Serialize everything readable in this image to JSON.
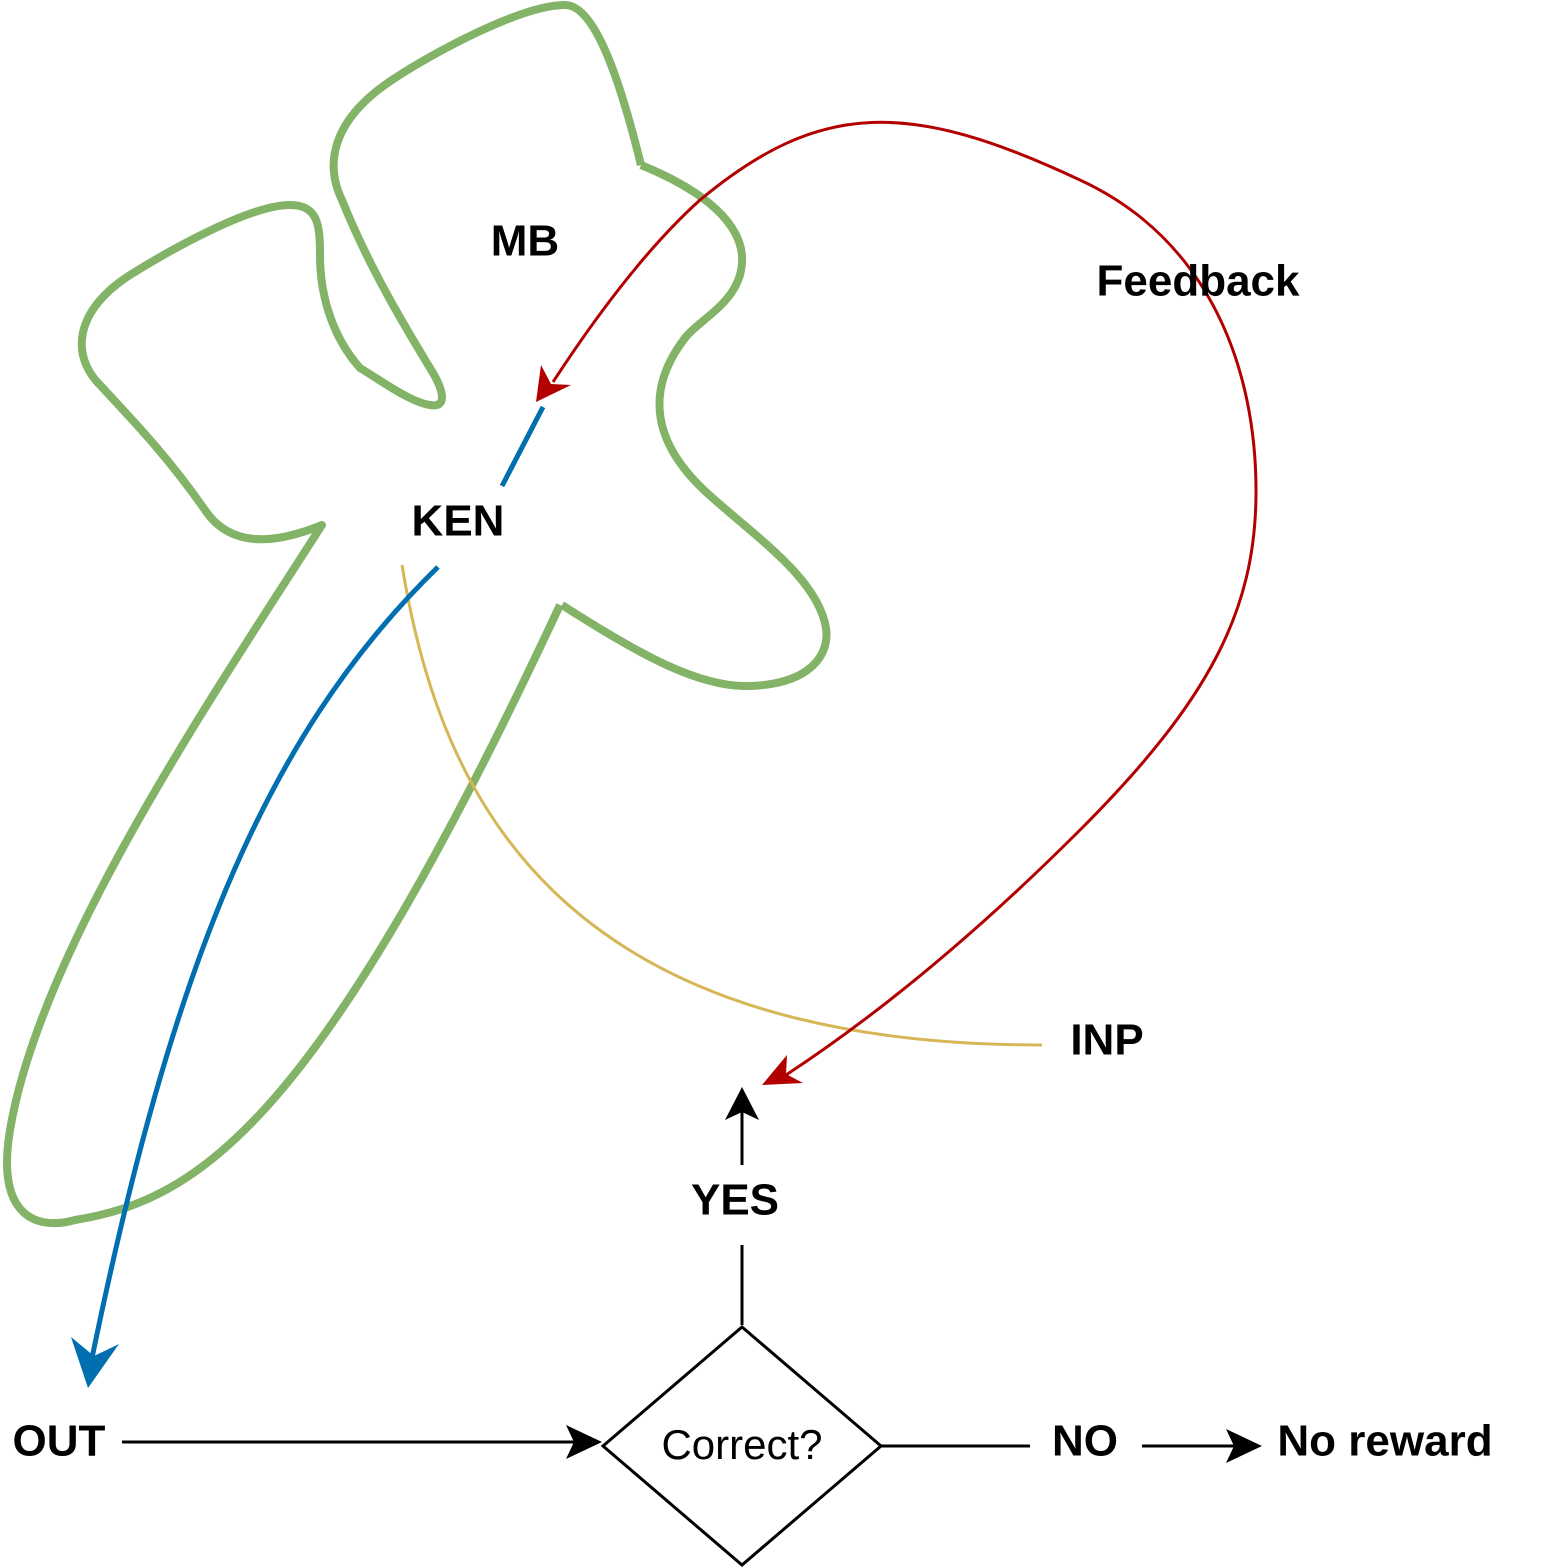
{
  "labels": {
    "mb": "MB",
    "ken": "KEN",
    "feedback": "Feedback",
    "inp": "INP",
    "out": "OUT",
    "yes": "YES",
    "no": "NO",
    "no_reward": "No reward",
    "decision": "Correct?"
  },
  "colors": {
    "mushroom_body_outline": "#82b366",
    "ken_output": "#006eaf",
    "feedback": "#b20000",
    "input": "#d6b656",
    "flow": "#000000"
  }
}
